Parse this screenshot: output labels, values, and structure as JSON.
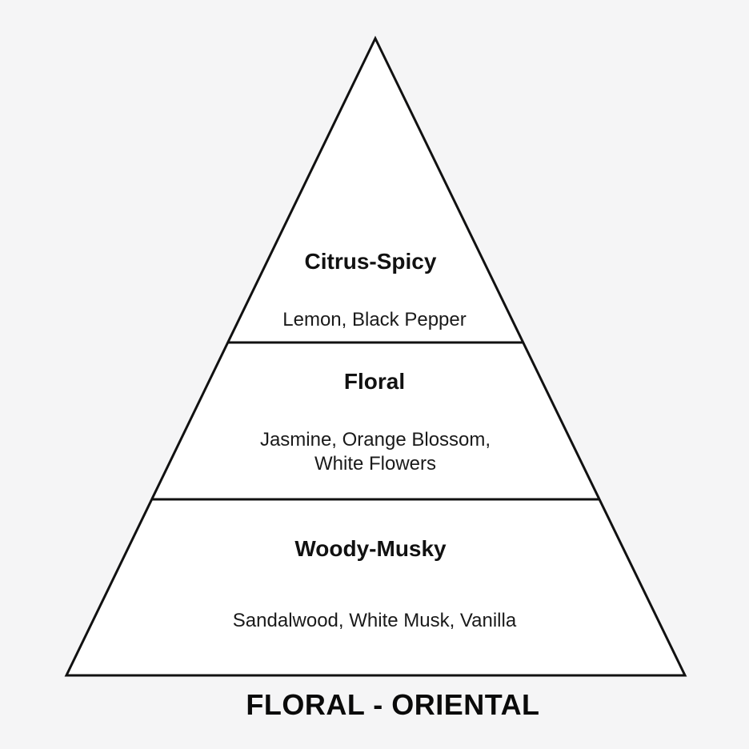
{
  "pyramid": {
    "tiers": [
      {
        "title": "Citrus-Spicy",
        "notes": [
          "Lemon, Black Pepper"
        ]
      },
      {
        "title": "Floral",
        "notes": [
          "Jasmine, Orange Blossom,",
          "White Flowers"
        ]
      },
      {
        "title": "Woody-Musky",
        "notes": [
          "Sandalwood, White Musk, Vanilla"
        ]
      }
    ],
    "caption": "FLORAL - ORIENTAL"
  },
  "colors": {
    "background": "#f5f5f6",
    "pyramid_fill": "#ffffff",
    "stroke": "#111111",
    "text": "#111111"
  }
}
